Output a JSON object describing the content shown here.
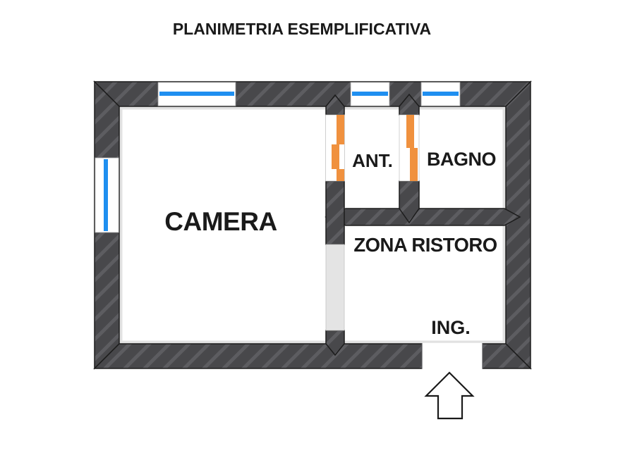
{
  "title": "PLANIMETRIA ESEMPLIFICATIVA",
  "rooms": {
    "camera": {
      "label": "CAMERA"
    },
    "anticamera": {
      "label": "ANT."
    },
    "bagno": {
      "label": "BAGNO"
    },
    "zona_ristoro": {
      "label": "ZONA RISTORO"
    },
    "ingresso": {
      "label": "ING."
    }
  },
  "icons": {
    "entrance_arrow": "up-arrow"
  },
  "colors": {
    "wall_base": "#48484b",
    "wall_hatch": "#5d5d61",
    "wall_outline": "#1c1c1c",
    "window_blue": "#1f8ff0",
    "door_orange": "#f0913e",
    "passage_gray": "#e4e4e4",
    "floor_white": "#ffffff",
    "text": "#1a1a1a"
  }
}
